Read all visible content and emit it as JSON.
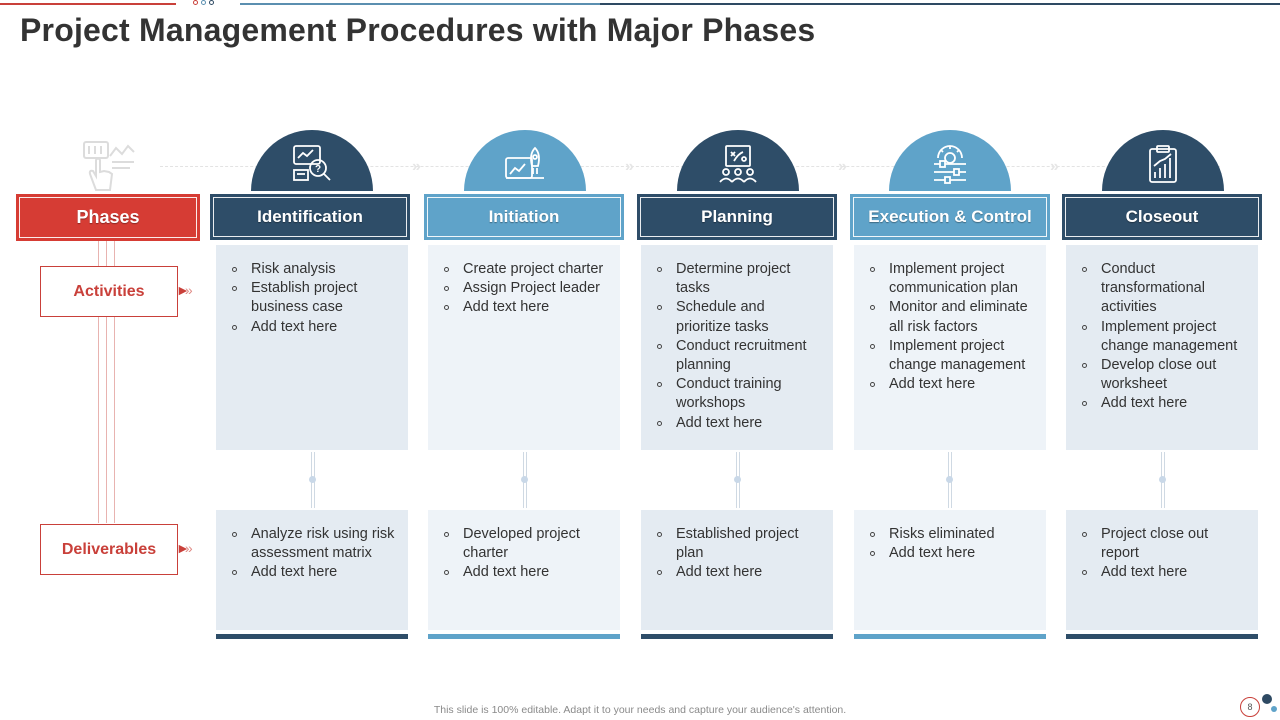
{
  "title": "Project Management Procedures with Major Phases",
  "colors": {
    "dark": "#2e4d68",
    "light": "#5fa3c9",
    "red": "#d63c34",
    "box_dark": "#e4ebf2",
    "box_light": "#eef3f8"
  },
  "row_labels": {
    "phases": "Phases",
    "activities": "Activities",
    "deliverables": "Deliverables"
  },
  "phases": [
    {
      "name": "Identification",
      "icon": "search-analysis-icon",
      "activities": [
        "Risk analysis",
        "Establish project business case",
        "Add text here"
      ],
      "deliverables": [
        "Analyze risk using risk assessment matrix",
        "Add text here"
      ]
    },
    {
      "name": "Initiation",
      "icon": "rocket-launch-icon",
      "activities": [
        "Create project charter",
        "Assign Project leader",
        "Add text here"
      ],
      "deliverables": [
        "Developed project charter",
        "Add text here"
      ]
    },
    {
      "name": "Planning",
      "icon": "strategy-board-team-icon",
      "activities": [
        "Determine project tasks",
        "Schedule and prioritize tasks",
        "Conduct recruitment planning",
        "Conduct training workshops",
        "Add text here"
      ],
      "deliverables": [
        "Established project plan",
        "Add text here"
      ]
    },
    {
      "name": "Execution & Control",
      "icon": "gear-sliders-icon",
      "activities": [
        "Implement project communication plan",
        "Monitor and eliminate all risk factors",
        "Implement project change management",
        "Add text here"
      ],
      "deliverables": [
        "Risks eliminated",
        "Add text here"
      ]
    },
    {
      "name": "Closeout",
      "icon": "clipboard-chart-icon",
      "activities": [
        "Conduct transformational activities",
        "Implement project change management",
        "Develop close out worksheet",
        "Add text here"
      ],
      "deliverables": [
        "Project close out report",
        "Add text here"
      ]
    }
  ],
  "footer": "This slide is 100% editable. Adapt it to your needs and capture your audience's attention.",
  "page_number": "8"
}
